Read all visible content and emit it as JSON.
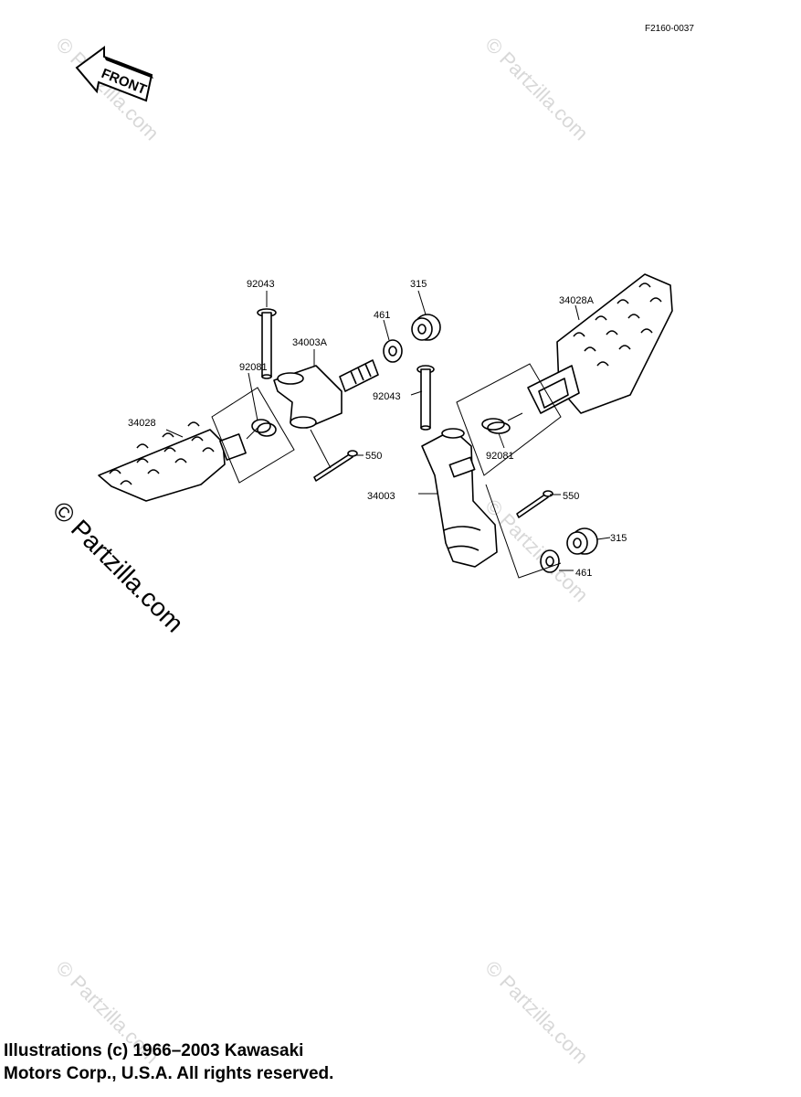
{
  "diagram_code": "F2160-0037",
  "front_label": "FRONT",
  "watermark_text": "© Partzilla.com",
  "copyright_line1": "Illustrations (c) 1966–2003 Kawasaki",
  "copyright_line2": "Motors Corp., U.S.A.  All rights reserved.",
  "parts": {
    "p92043_left": "92043",
    "p315_left": "315",
    "p461_left": "461",
    "p34003A": "34003A",
    "p92081_left": "92081",
    "p34028": "34028",
    "p550_left": "550",
    "p34028A": "34028A",
    "p92043_right": "92043",
    "p92081_right": "92081",
    "p34003": "34003",
    "p550_right": "550",
    "p315_right": "315",
    "p461_right": "461"
  },
  "colors": {
    "ink": "#000000",
    "watermark": "#d8d8d8",
    "background": "#ffffff"
  }
}
